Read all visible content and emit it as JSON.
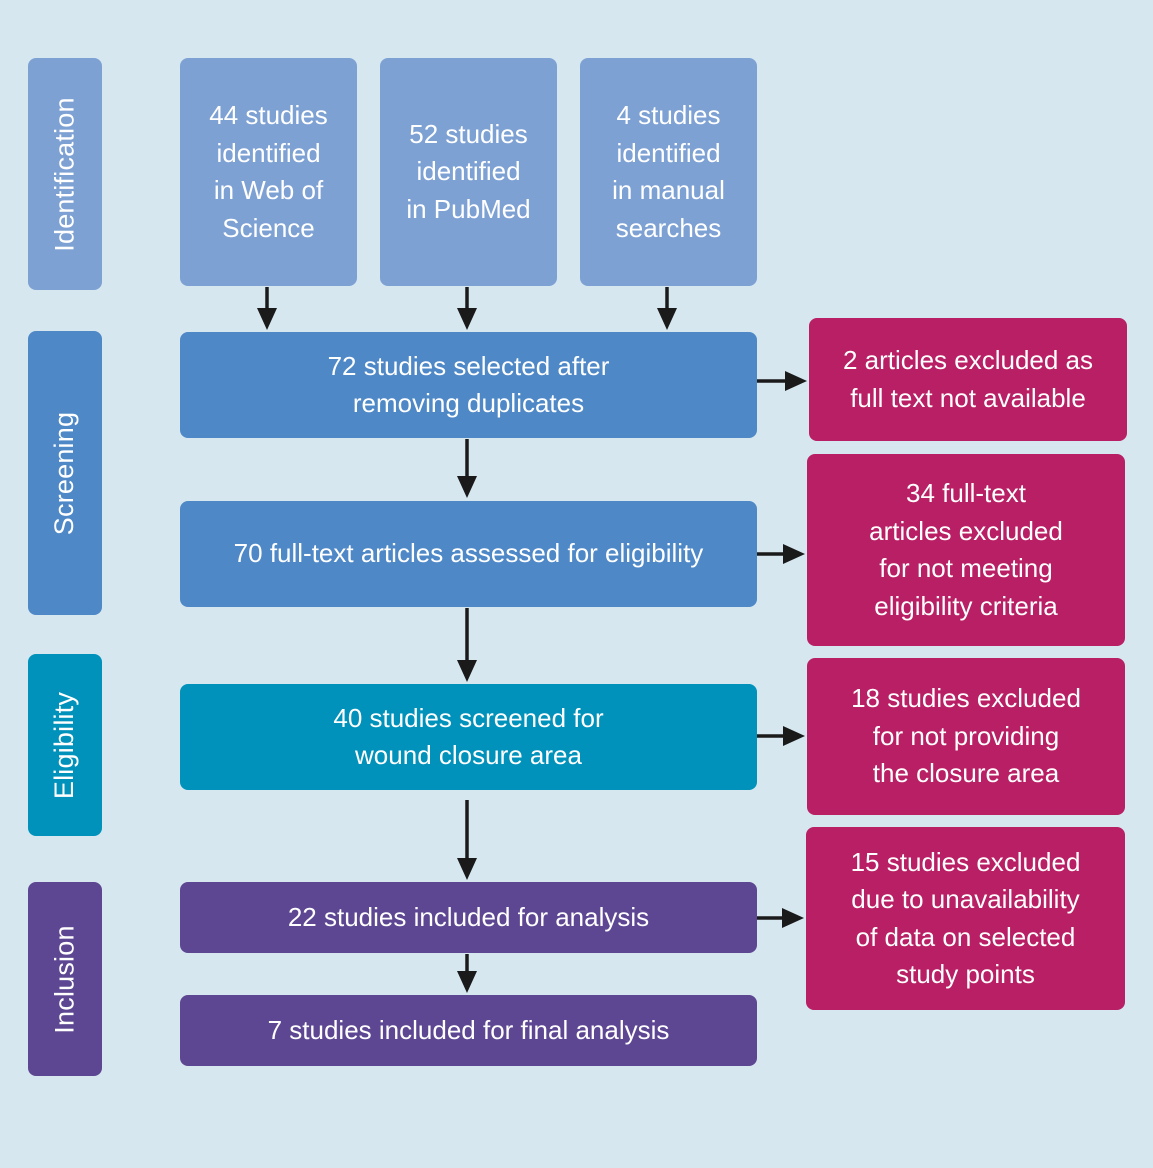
{
  "stages": {
    "identification": "Identification",
    "screening": "Screening",
    "eligibility": "Eligibility",
    "inclusion": "Inclusion"
  },
  "sources": {
    "web_of_science": "44 studies\nidentified\nin Web of\nScience",
    "pubmed": "52 studies\nidentified\nin PubMed",
    "manual": "4 studies\nidentified\nin manual\nsearches"
  },
  "flow": {
    "after_duplicates": "72 studies selected after\nremoving duplicates",
    "assessed": "70 full-text articles assessed for eligibility",
    "screened": "40 studies screened for\nwound closure area",
    "included": "22 studies included for analysis",
    "final": "7 studies included for final analysis"
  },
  "exclusions": {
    "no_full_text": "2 articles excluded as\nfull text not available",
    "not_eligible": "34 full-text\narticles excluded\nfor not meeting\neligibility criteria",
    "no_closure_area": "18 studies excluded\nfor not providing\nthe closure area",
    "no_data": "15 studies excluded\ndue to unavailability\nof data on selected\nstudy points"
  },
  "colors": {
    "background": "#d6e7f0",
    "identification": "#7ea1d4",
    "screening": "#4e88c7",
    "eligibility": "#0092bb",
    "inclusion": "#5e4792",
    "excluded": "#b81f64",
    "arrow": "#1a1a1a"
  }
}
